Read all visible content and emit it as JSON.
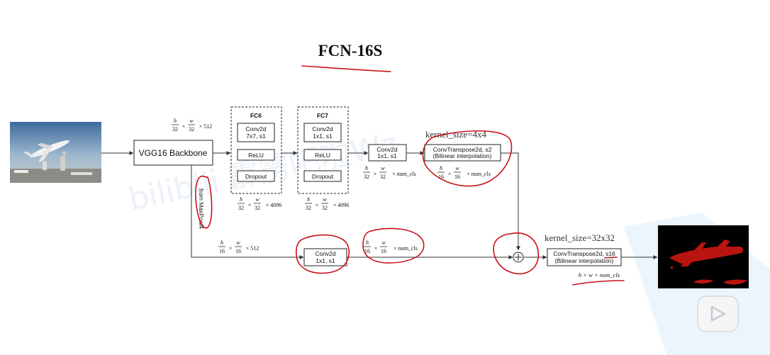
{
  "title": "FCN-16S",
  "watermark": "bilibili 霹雳吧啦Wz",
  "input_thumbnail": "airplane-photo",
  "output_thumbnail": "segmentation-mask",
  "backbone": {
    "label": "VGG16 Backbone",
    "dims": "h/32 × w/32 × 512"
  },
  "branch_label": "from MaxPool4",
  "fc6": {
    "title": "FC6",
    "conv_line1": "Conv2d",
    "conv_line2": "7x7, s1",
    "relu": "ReLU",
    "dropout": "Dropout",
    "dims": "h/32 × w/32 × 4096"
  },
  "fc7": {
    "title": "FC7",
    "conv_line1": "Conv2d",
    "conv_line2": "1x1, s1",
    "relu": "ReLU",
    "dropout": "Dropout",
    "dims": "h/32 × w/32 × 4096"
  },
  "score32": {
    "line1": "Conv2d",
    "line2": "1x1, s1",
    "dims": "h/32 × w/32 × num_cls"
  },
  "up2": {
    "line1": "ConvTranspose2d, s2",
    "line2": "(Bilinear interpolation)",
    "dims": "h/16 × w/16 × num_cls",
    "note": "kernel_size=4x4"
  },
  "pool4_dims": "h/16 × w/16 × 512",
  "score16": {
    "line1": "Conv2d",
    "line2": "1x1, s1",
    "dims": "h/16 × w/16 × num_cls"
  },
  "add_symbol": "+",
  "up16": {
    "line1": "ConvTranspose2d, s16",
    "line2": "(Bilinear interpolation)",
    "dims": "h × w × num_cls",
    "note": "kernel_size=32x32"
  },
  "colors": {
    "ink": "#222222",
    "annotation": "#c8101a",
    "watermark": "#dbe6f2",
    "mask_bg": "#000000",
    "mask_fg": "#b81410"
  },
  "icons": [
    "play-button-icon"
  ]
}
